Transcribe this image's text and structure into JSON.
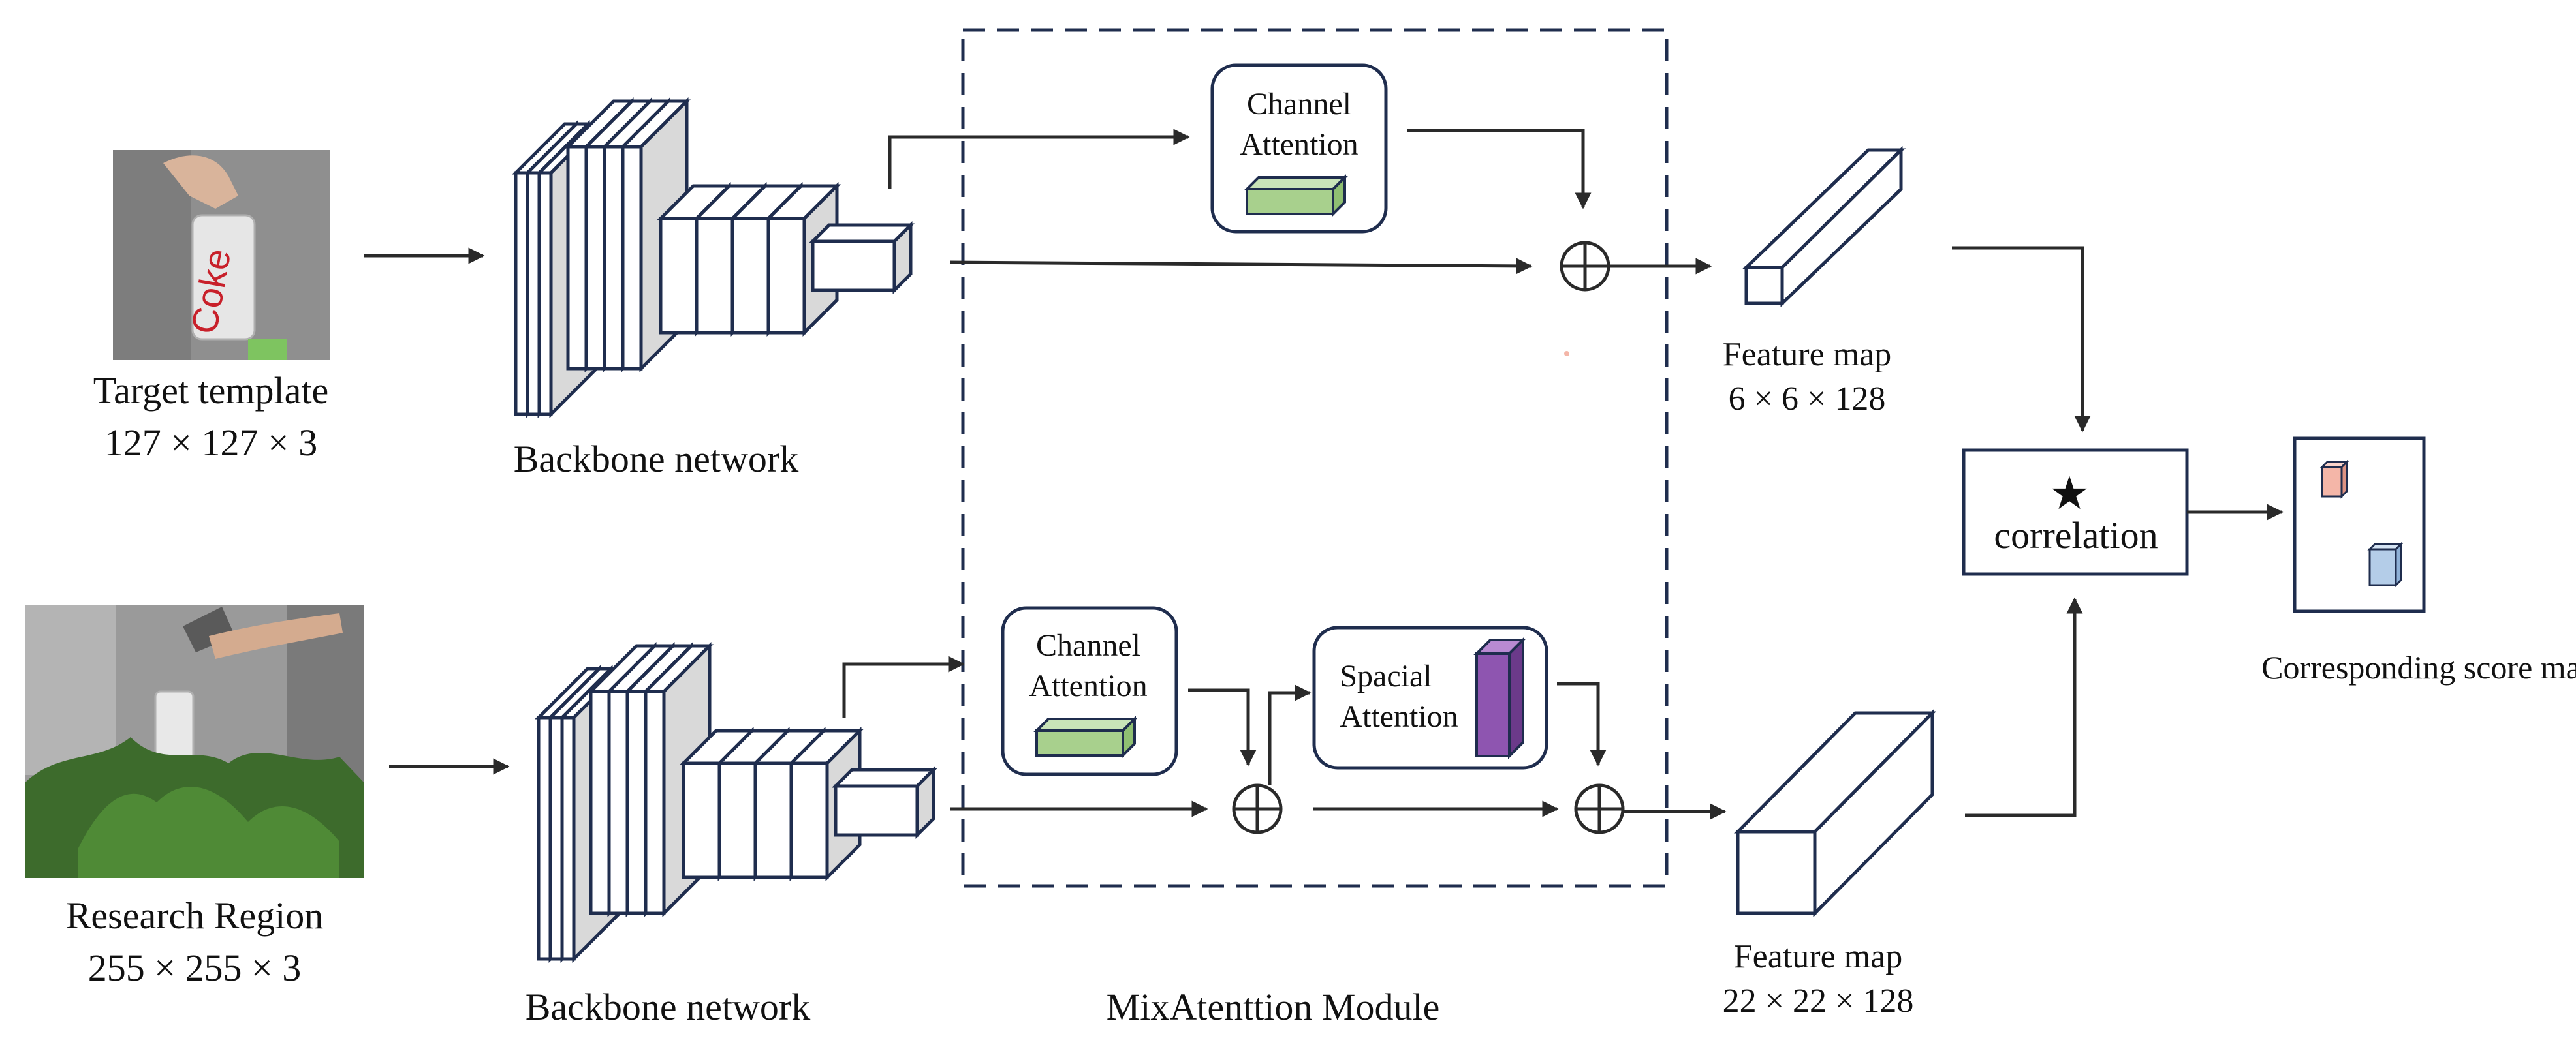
{
  "colors": {
    "stroke": "#1f2d4e",
    "arrow": "#2a2a2a",
    "box_face": "#ffffff",
    "box_side": "#d9d9d9",
    "channel_block": "#a8d08d",
    "spatial_block": "#8e55b0",
    "score_pink": "#f4b6a8",
    "score_blue": "#b4cde8",
    "photo_wall": "#8f8f8f",
    "photo_plant": "#3d6b2c"
  },
  "inputs": {
    "target": {
      "label": "Target template",
      "dims": "127 × 127 × 3"
    },
    "search": {
      "label": "Research Region",
      "dims": "255 × 255 × 3"
    }
  },
  "backbone": {
    "top_label": "Backbone network",
    "bottom_label": "Backbone network"
  },
  "module": {
    "title": "MixAtenttion Module",
    "top_channel": [
      "Channel",
      "Attention"
    ],
    "bottom_channel": [
      "Channel",
      "Attention"
    ],
    "spatial": [
      "Spacial",
      "Attention"
    ]
  },
  "feature_maps": {
    "top": {
      "label": "Feature map",
      "dims": "6 × 6 × 128"
    },
    "bottom": {
      "label": "Feature map",
      "dims": "22 × 22 × 128"
    }
  },
  "correlation": {
    "symbol": "★",
    "label": "correlation"
  },
  "score_map": {
    "label": "Corresponding score map"
  },
  "icons": [
    "plus-circle-icon",
    "star-icon",
    "arrow-icon"
  ]
}
